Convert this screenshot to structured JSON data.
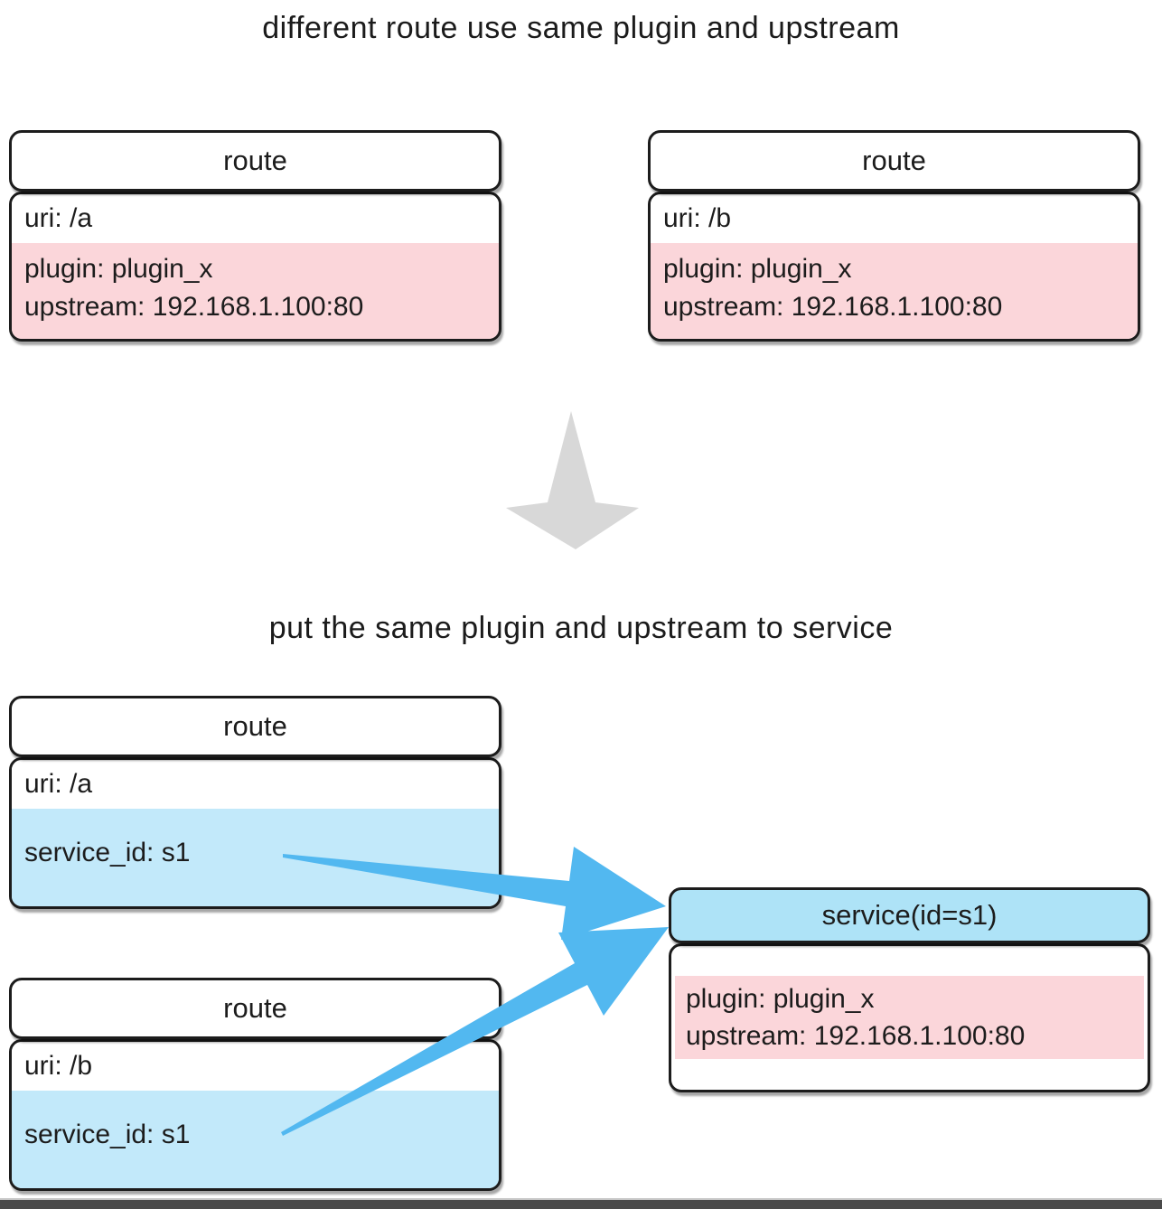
{
  "titles": {
    "top": "different route use same plugin and upstream",
    "bottom": "put the same plugin and upstream to service"
  },
  "colors": {
    "pink_section": "#fbd6da",
    "blue_section": "#c2e9fa",
    "service_header_blue": "#aee3f7",
    "arrow_blue": "#52b8f0",
    "arrow_gray": "#d8d8d8",
    "box_border": "#1c1c1c"
  },
  "cards": {
    "route_a_before": {
      "header": "route",
      "uri": "uri: /a",
      "plugin": "plugin: plugin_x",
      "upstream": "upstream: 192.168.1.100:80"
    },
    "route_b_before": {
      "header": "route",
      "uri": "uri: /b",
      "plugin": "plugin: plugin_x",
      "upstream": "upstream: 192.168.1.100:80"
    },
    "route_a_after": {
      "header": "route",
      "uri": "uri: /a",
      "service_id": "service_id: s1"
    },
    "route_b_after": {
      "header": "route",
      "uri": "uri: /b",
      "service_id": "service_id: s1"
    },
    "service": {
      "header": "service(id=s1)",
      "plugin": "plugin: plugin_x",
      "upstream": "upstream: 192.168.1.100:80"
    }
  },
  "icons": {
    "transform_arrow": "down-arrow",
    "route_a_link": "route-a-to-service-arrow",
    "route_b_link": "route-b-to-service-arrow"
  }
}
